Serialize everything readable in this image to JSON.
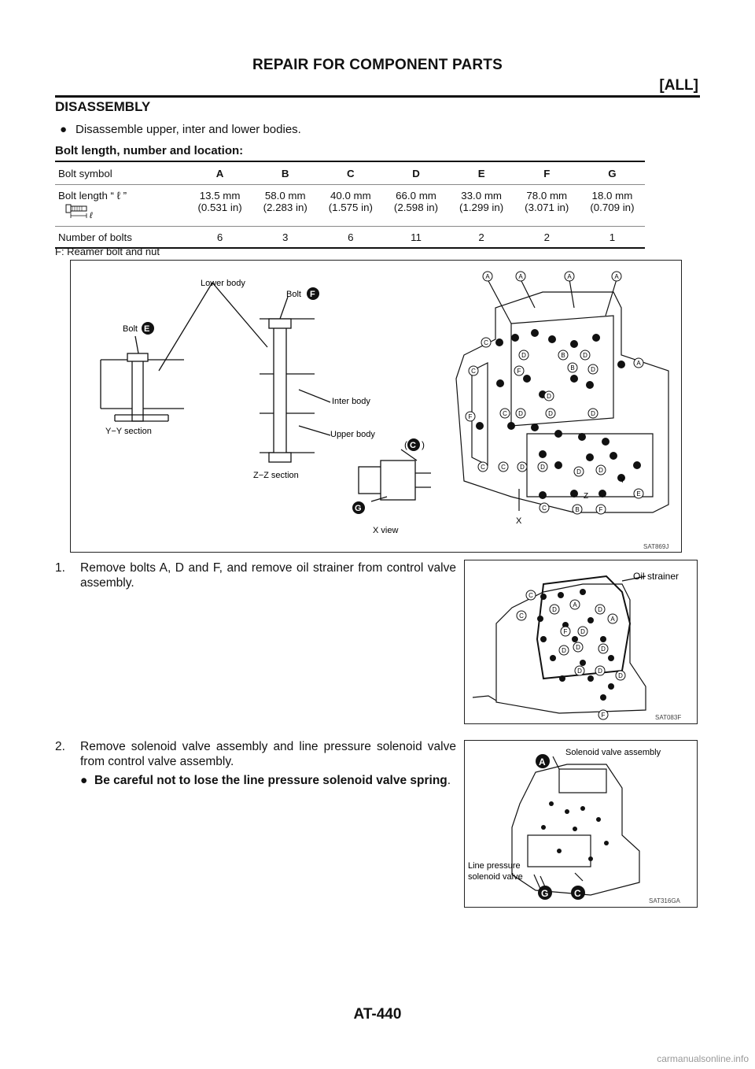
{
  "header": {
    "title": "REPAIR FOR COMPONENT PARTS",
    "section": "[ALL]"
  },
  "heading": "DISASSEMBLY",
  "bullet": "Disassemble upper, inter and lower bodies.",
  "subheading": "Bolt length, number and location:",
  "table": {
    "row_labels": {
      "symbol": "Bolt symbol",
      "length": "Bolt length “ ℓ ”",
      "count": "Number of bolts"
    },
    "columns": [
      {
        "symbol": "A",
        "mm": "13.5 mm",
        "in": "(0.531 in)",
        "count": "6"
      },
      {
        "symbol": "B",
        "mm": "58.0 mm",
        "in": "(2.283 in)",
        "count": "3"
      },
      {
        "symbol": "C",
        "mm": "40.0 mm",
        "in": "(1.575 in)",
        "count": "6"
      },
      {
        "symbol": "D",
        "mm": "66.0 mm",
        "in": "(2.598 in)",
        "count": "11"
      },
      {
        "symbol": "E",
        "mm": "33.0 mm",
        "in": "(1.299 in)",
        "count": "2"
      },
      {
        "symbol": "F",
        "mm": "78.0 mm",
        "in": "(3.071 in)",
        "count": "2"
      },
      {
        "symbol": "G",
        "mm": "18.0 mm",
        "in": "(0.709 in)",
        "count": "1"
      }
    ]
  },
  "footnote": "F: Reamer bolt and nut",
  "figure1": {
    "code": "SAT869J",
    "labels": {
      "lower_body": "Lower body",
      "bolt": "Bolt",
      "inter_body": "Inter body",
      "upper_body": "Upper body",
      "yy_section": "Y−Y section",
      "zz_section": "Z−Z section",
      "x_view": "X view",
      "x": "X",
      "y": "Y",
      "z": "Z",
      "paren_open": "(",
      "paren_close": ")"
    },
    "letters": {
      "a": "A",
      "b": "B",
      "c": "C",
      "d": "D",
      "e": "E",
      "f": "F",
      "g": "G"
    }
  },
  "step1": {
    "num": "1.",
    "text": "Remove bolts A, D and F, and remove oil strainer from control valve assembly."
  },
  "figure2": {
    "code": "SAT083F",
    "label": "Oil strainer"
  },
  "step2": {
    "num": "2.",
    "text": "Remove solenoid valve assembly and line pressure solenoid valve from control valve assembly.",
    "caution": "Be careful not to lose the line pressure solenoid valve spring",
    "caution_end": "."
  },
  "figure3": {
    "code": "SAT316GA",
    "label": "Solenoid valve assembly",
    "label2a": "Line pressure",
    "label2b": "solenoid valve"
  },
  "footer": {
    "page": "AT-440",
    "watermark": "carmanualsonline.info"
  }
}
